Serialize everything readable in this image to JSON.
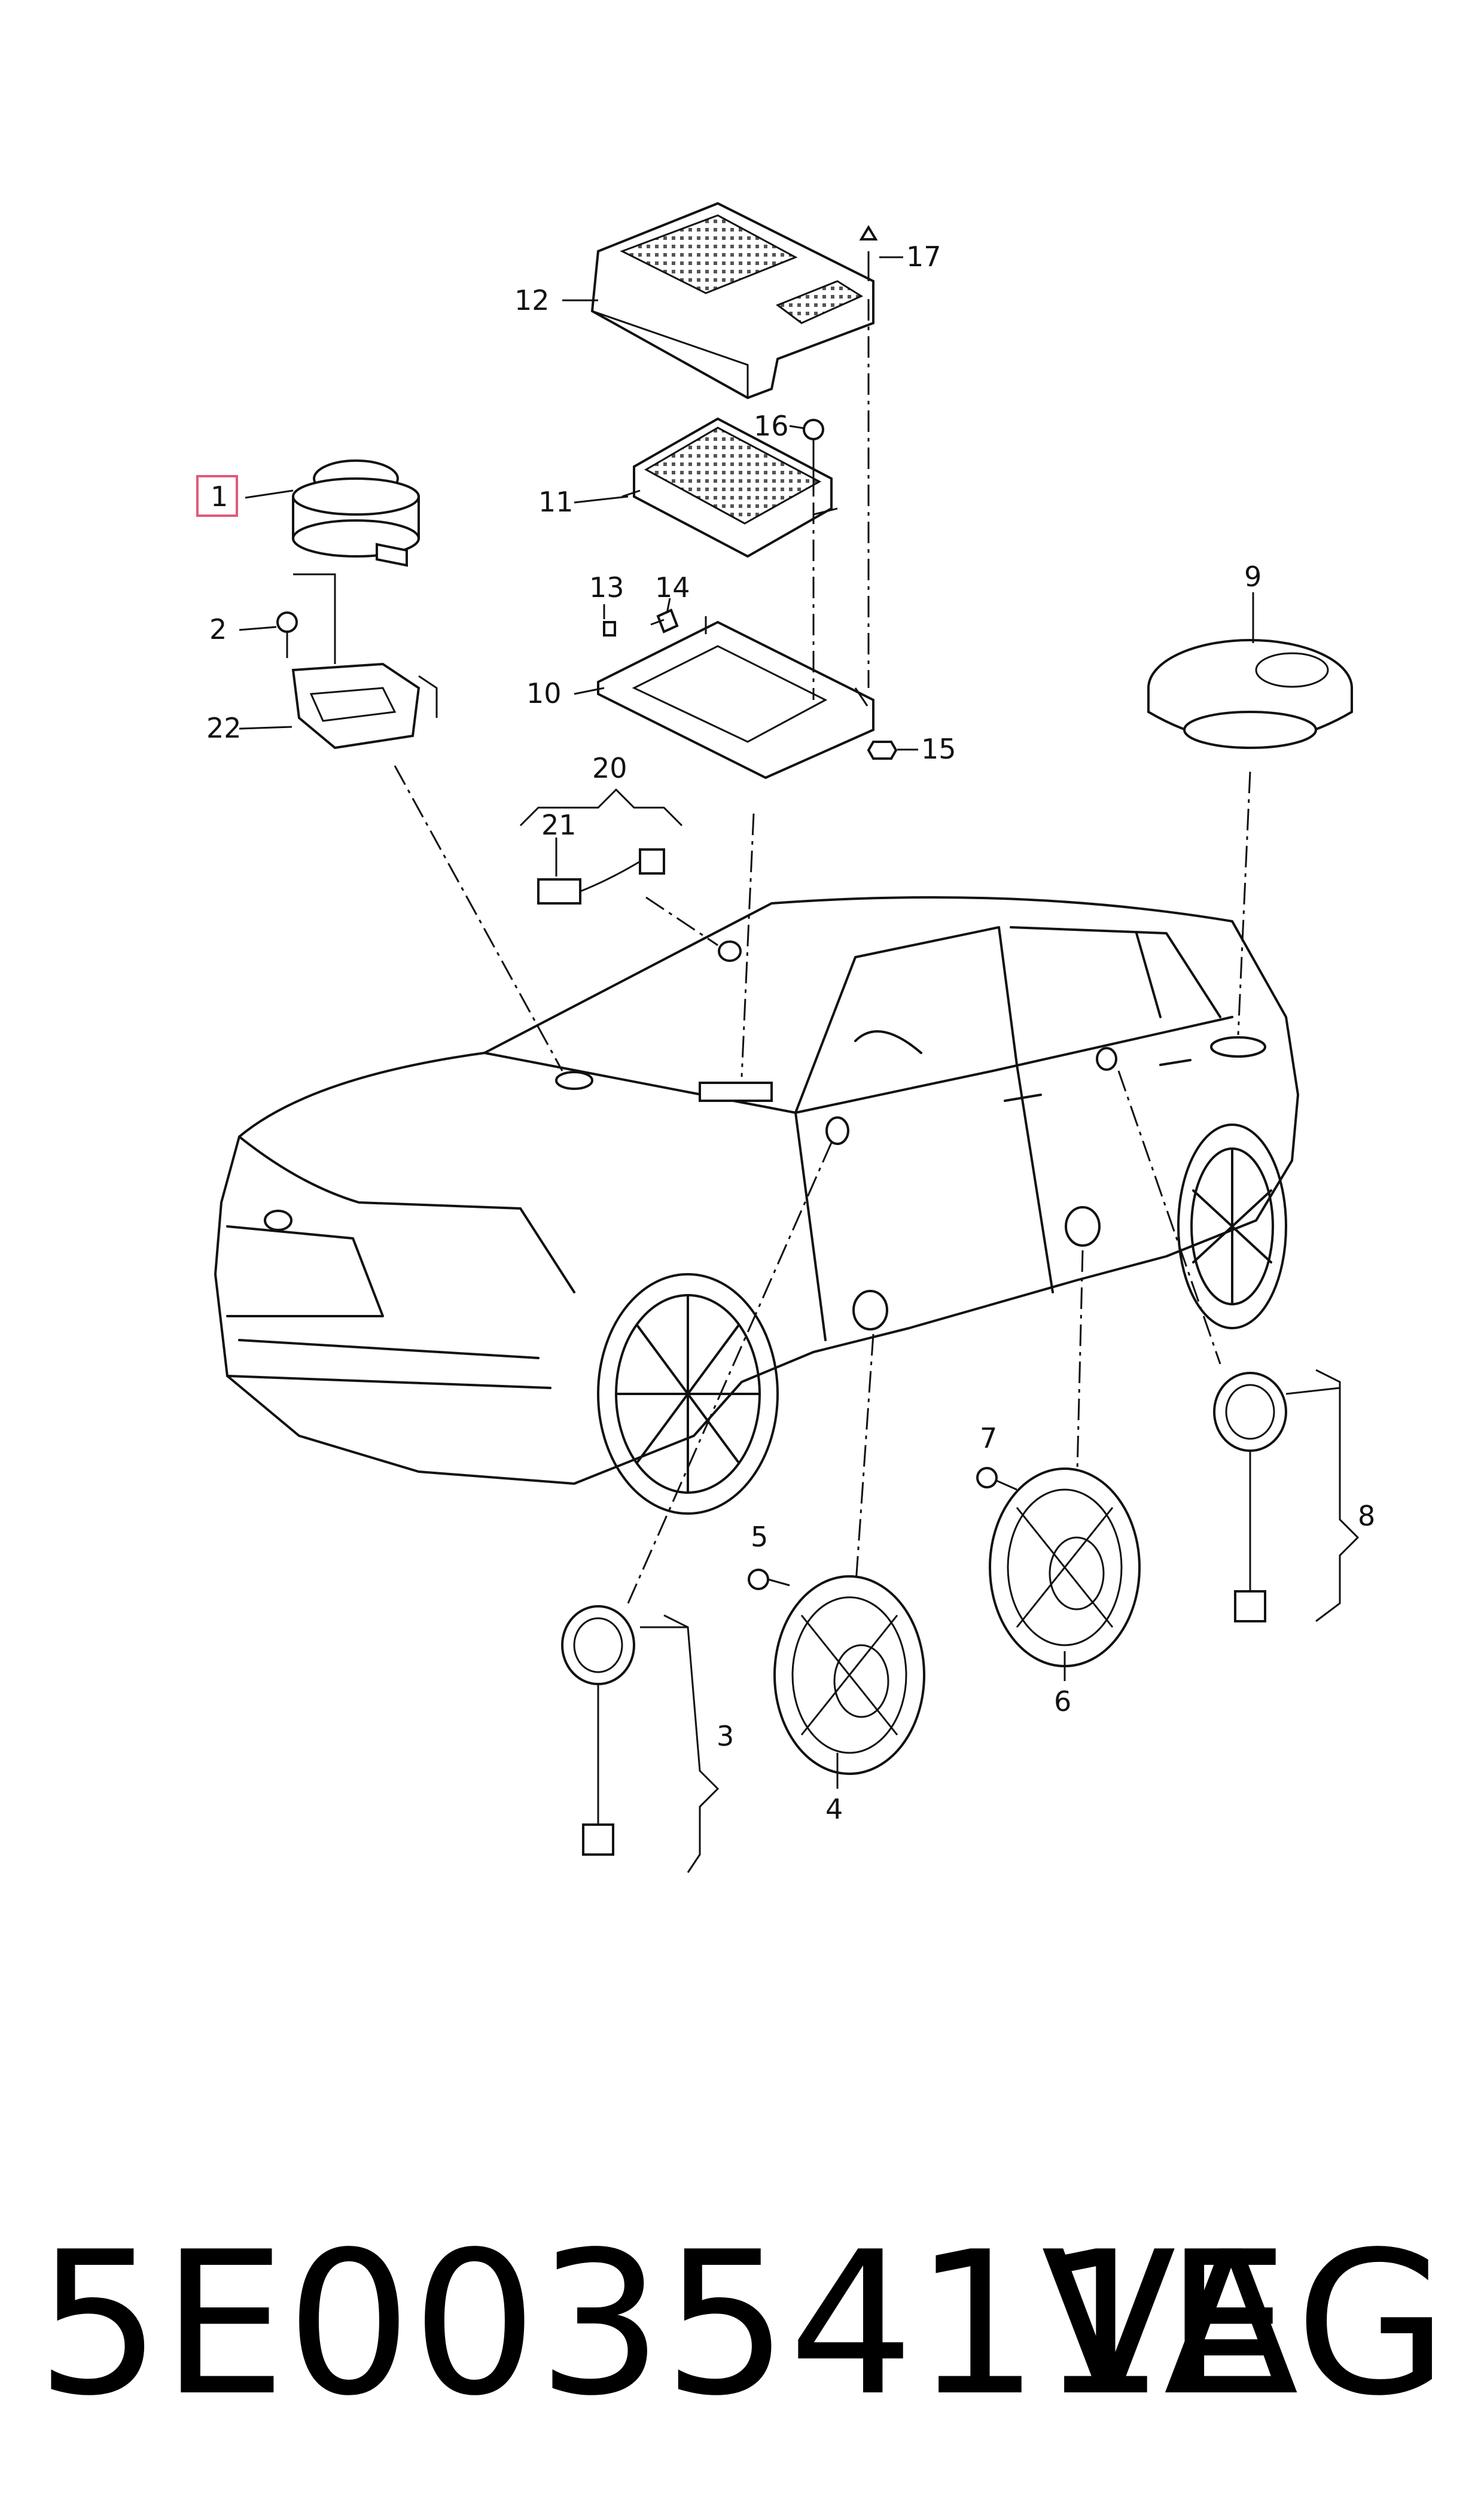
{
  "callouts": {
    "c1": "1",
    "c2": "2",
    "c3": "3",
    "c4": "4",
    "c5": "5",
    "c6": "6",
    "c7": "7",
    "c8": "8",
    "c9": "9",
    "c10": "10",
    "c11": "11",
    "c12": "12",
    "c13": "13",
    "c14": "14",
    "c15": "15",
    "c16": "16",
    "c17": "17",
    "c20": "20",
    "c21": "21",
    "c22": "22"
  },
  "highlighted_callout": "1",
  "highlight_color": "#e05a78",
  "footer": {
    "part_number": "5E0035411E",
    "brand": "VAG"
  }
}
